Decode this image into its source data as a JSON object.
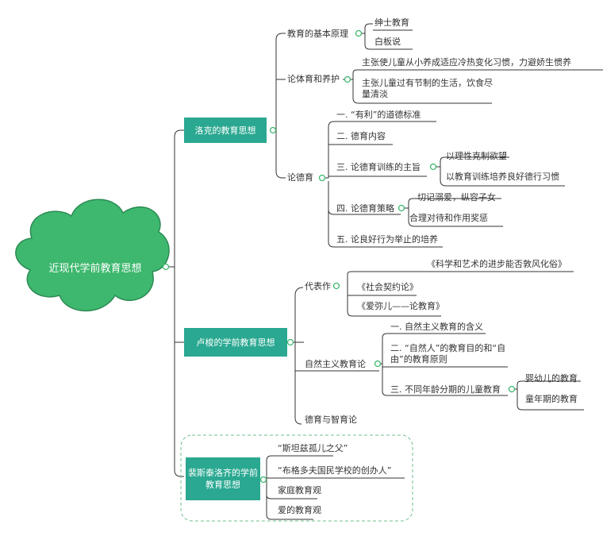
{
  "root": "近现代学前教育思想",
  "locke": {
    "title": "洛克的教育思想",
    "principle": {
      "label": "教育的基本原理",
      "items": [
        "绅士教育",
        "白板说"
      ]
    },
    "physical": {
      "label": "论体育和养护",
      "items": [
        "主张使儿童从小养成适应冷热变化习惯，力避娇生惯养",
        "主张儿童过有节制的生活，饮食尽量清淡"
      ]
    },
    "moral": {
      "label": "论德育",
      "items": [
        "一. “有利”的道德标准",
        "二. 德育内容",
        "三. 论德育训练的主旨",
        "四. 论德育策略",
        "五. 论良好行为举止的培养"
      ],
      "training_sub": [
        "以理性克制欲望",
        "以教育训练培养良好德行习惯"
      ],
      "strategy_sub": [
        "切记溺爱，纵容子女",
        "合理对待和作用奖惩"
      ]
    }
  },
  "rousseau": {
    "title": "卢梭的学前教育思想",
    "works": {
      "label": "代表作",
      "items": [
        "《科学和艺术的进步能否敦风化俗》",
        "《社会契约论》",
        "《爱弥儿——论教育》"
      ]
    },
    "naturalism": {
      "label": "自然主义教育论",
      "items": [
        "一. 自然主义教育的含义",
        "二. “自然人”的教育目的和“自由”的教育原则",
        "三. 不同年龄分期的儿童教育"
      ],
      "stage_sub": [
        "婴幼儿的教育",
        "童年期的教育"
      ]
    },
    "moral_intel": "德育与智育论"
  },
  "pestalozzi": {
    "title": "裴斯泰洛齐的学前教育思想",
    "items": [
      "“斯坦兹孤儿之父”",
      "“布格多夫国民学校的创办人”",
      "家庭教育观",
      "爱的教育观"
    ]
  },
  "colors": {
    "accent": "#2aa891",
    "root_fill": "#3db86e",
    "node_dot": "#3db86e",
    "line": "#333333",
    "dashed": "#6fc08c"
  }
}
